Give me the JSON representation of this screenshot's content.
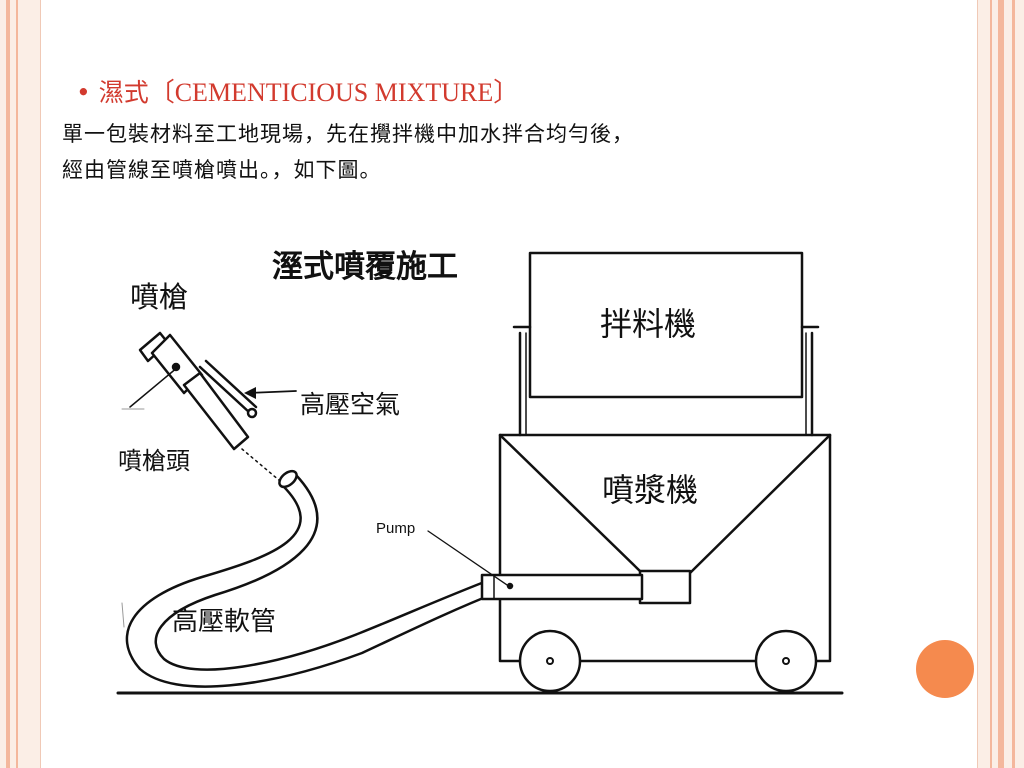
{
  "slide": {
    "bullet_symbol": "•",
    "heading_cjk": "濕式",
    "heading_latin": "〔CEMENTICIOUS MIXTURE〕",
    "body_line1": "單一包裝材料至工地現場，先在攪拌機中加水拌合均勻後，",
    "body_line2": "經由管線至噴槍噴出。，如下圖。"
  },
  "figure": {
    "title": "溼式噴覆施工",
    "labels": {
      "spray_gun": "噴槍",
      "spray_gun_head": "噴槍頭",
      "high_pressure_air": "高壓空氣",
      "high_pressure_hose": "高壓軟管",
      "pump": "Pump",
      "mixer": "拌料機",
      "grout_machine": "噴漿機"
    }
  },
  "colors": {
    "accent_red": "#d23a2e",
    "side_stripe": "#f4b79c",
    "background": "#fbeee6",
    "orange_dot": "#f58a4e"
  }
}
